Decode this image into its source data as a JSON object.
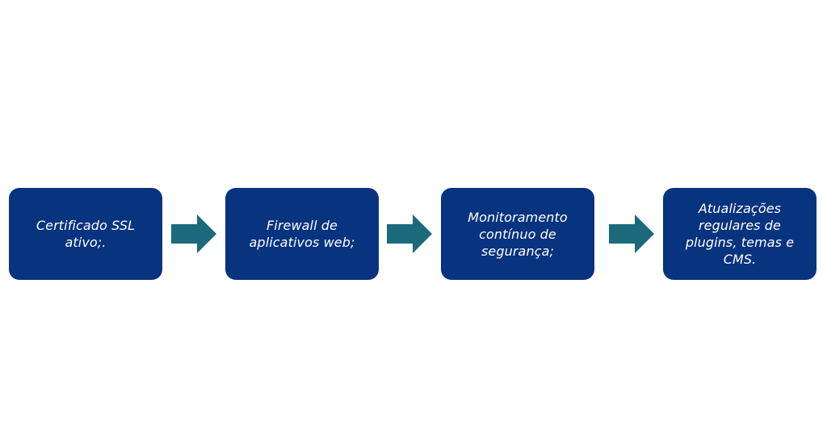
{
  "diagram": {
    "steps": [
      {
        "label": "Certificado SSL ativo;."
      },
      {
        "label": "Firewall de aplicativos web;"
      },
      {
        "label": "Monitoramento contínuo de segurança;"
      },
      {
        "label": "Atualizações regulares de plugins, temas e CMS."
      }
    ]
  },
  "colors": {
    "box_fill": "#08337e",
    "box_text": "#ffffff",
    "arrow_fill": "#1a6a7c",
    "background": "#ffffff"
  },
  "icons": {
    "connector": "arrow-right-icon"
  }
}
